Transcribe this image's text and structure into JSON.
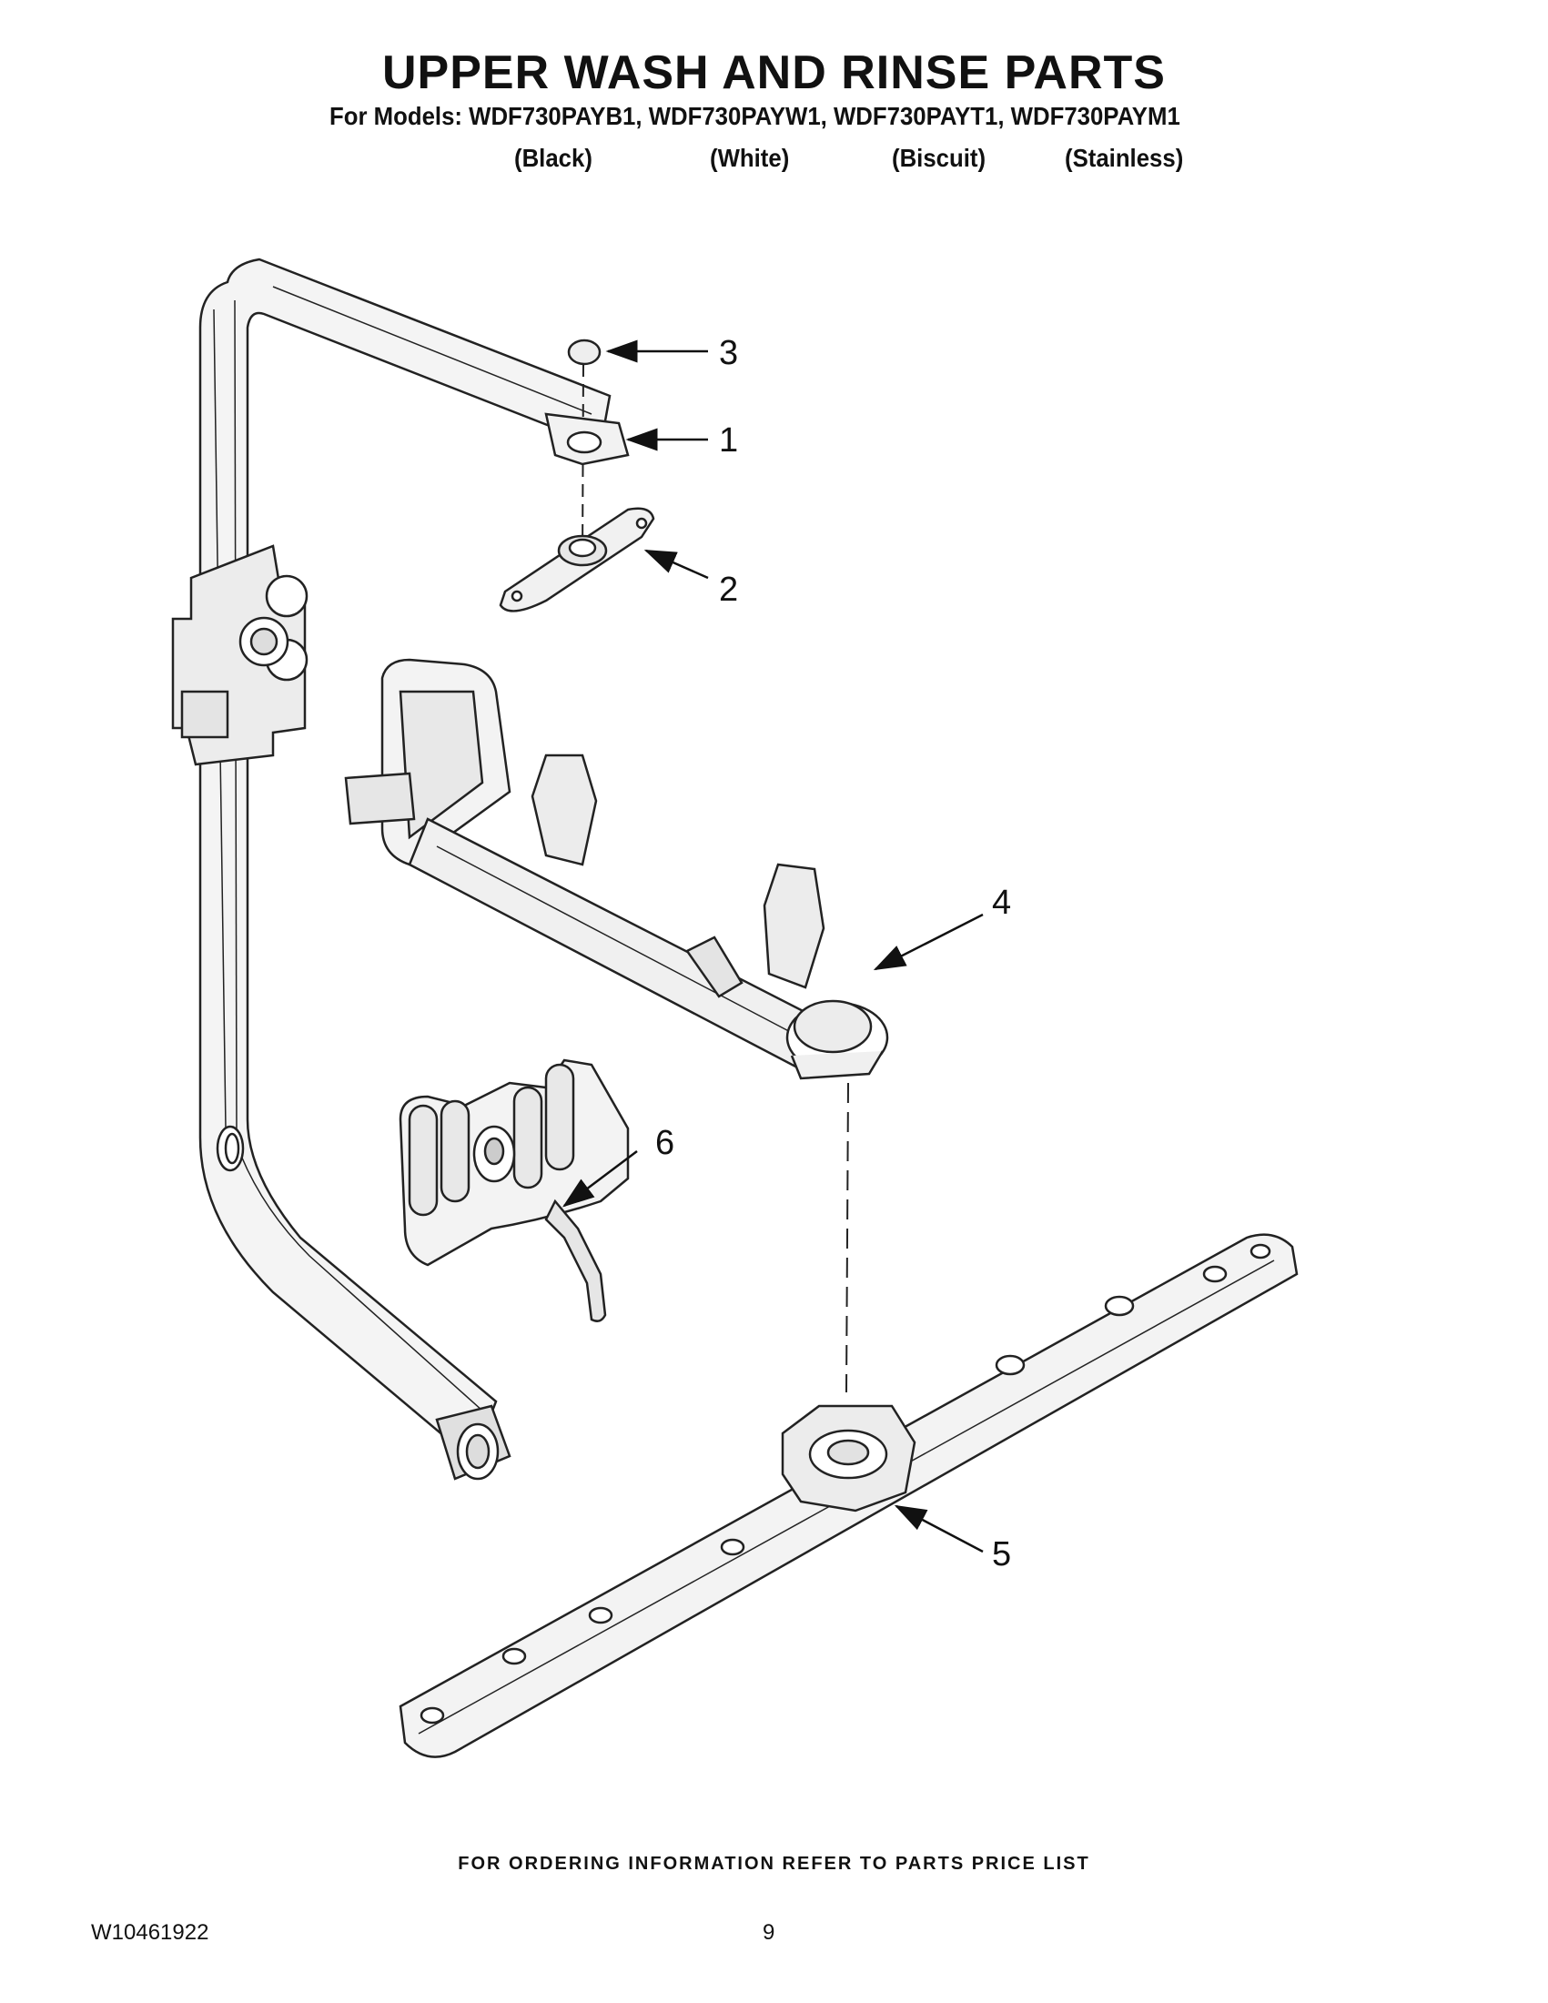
{
  "header": {
    "title": "UPPER WASH AND RINSE PARTS",
    "models_line": "For Models: WDF730PAYB1, WDF730PAYW1, WDF730PAYT1, WDF730PAYM1",
    "variants": [
      "(Black)",
      "(White)",
      "(Biscuit)",
      "(Stainless)"
    ]
  },
  "callouts": {
    "c1": "1",
    "c2": "2",
    "c3": "3",
    "c4": "4",
    "c5": "5",
    "c6": "6"
  },
  "footer": {
    "note": "FOR ORDERING INFORMATION REFER TO PARTS PRICE LIST",
    "doc_number": "W10461922",
    "page_number": "9"
  }
}
